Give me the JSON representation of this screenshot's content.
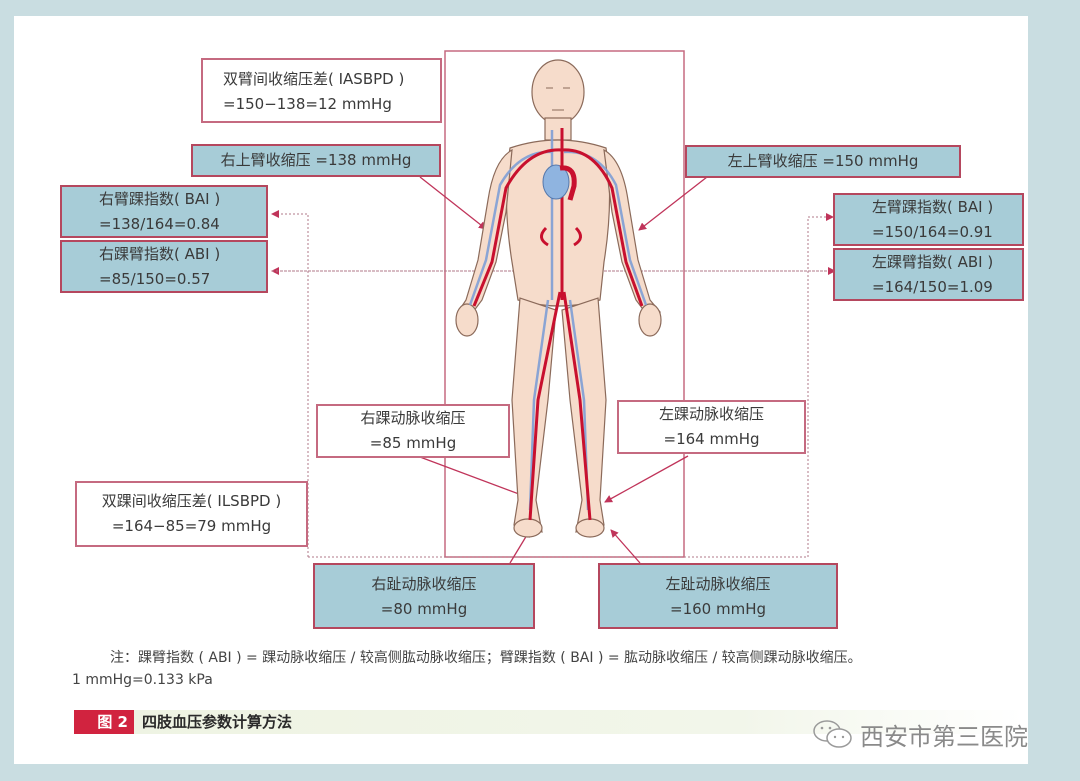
{
  "figure": {
    "label": "图 2",
    "title": "四肢血压参数计算方法"
  },
  "boxes": {
    "iasbpd": {
      "line1": "双臂间收缩压差( IASBPD )",
      "line2": "=150−138=12 mmHg"
    },
    "right_upper_arm": {
      "line1": "右上臂收缩压 =138 mmHg"
    },
    "left_upper_arm": {
      "line1": "左上臂收缩压 =150 mmHg"
    },
    "right_bai": {
      "line1": "右臂踝指数( BAI )",
      "line2": "=138/164=0.84"
    },
    "right_abi": {
      "line1": "右踝臂指数( ABI )",
      "line2": "=85/150=0.57"
    },
    "left_bai": {
      "line1": "左臂踝指数( BAI )",
      "line2": "=150/164=0.91"
    },
    "left_abi": {
      "line1": "左踝臂指数( ABI )",
      "line2": "=164/150=1.09"
    },
    "right_ankle": {
      "line1": "右踝动脉收缩压",
      "line2": "=85 mmHg"
    },
    "left_ankle": {
      "line1": "左踝动脉收缩压",
      "line2": "=164 mmHg"
    },
    "ilsbpd": {
      "line1": "双踝间收缩压差( ILSBPD )",
      "line2": "=164−85=79 mmHg"
    },
    "right_toe": {
      "line1": "右趾动脉收缩压",
      "line2": "=80 mmHg"
    },
    "left_toe": {
      "line1": "左趾动脉收缩压",
      "line2": "=160 mmHg"
    }
  },
  "notes": {
    "line1": "注：踝臂指数 ( ABI ) = 踝动脉收缩压 / 较高侧肱动脉收缩压；臂踝指数 ( BAI ) = 肱动脉收缩压 / 较高侧踝动脉收缩压。",
    "line2": "1 mmHg=0.133 kPa"
  },
  "watermark": {
    "icon": "wechat-icon",
    "text": "西安市第三医院"
  },
  "colors": {
    "frame": "#c9dde1",
    "box_border": "#b5475e",
    "box_blue_fill": "#a7ccd7",
    "artery": "#c8102e",
    "vein": "#7f9fd6",
    "skin": "#f6dccb",
    "fig_tag": "#d1233f"
  }
}
